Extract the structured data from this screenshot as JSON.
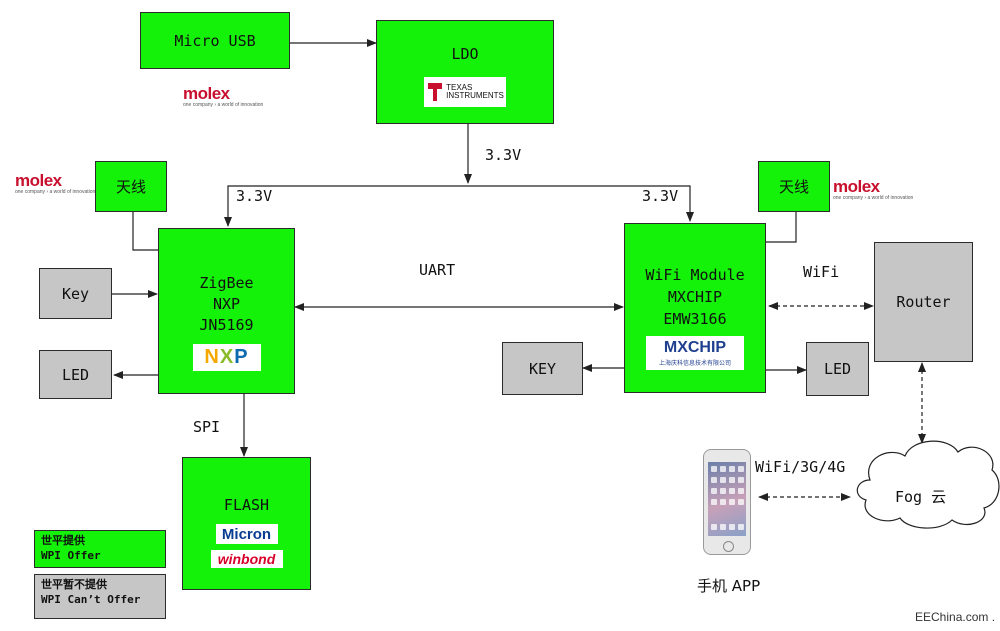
{
  "blocks": {
    "micro_usb": "Micro USB",
    "ldo": "LDO",
    "antenna_left": "天线",
    "antenna_right": "天线",
    "zigbee": [
      "ZigBee",
      "NXP",
      "JN5169"
    ],
    "wifi_module": [
      "WiFi Module",
      "MXCHIP",
      "EMW3166"
    ],
    "key_left": "Key",
    "led_left": "LED",
    "key_right": "KEY",
    "led_right": "LED",
    "flash": "FLASH",
    "router": "Router",
    "fog_cloud": "Fog 云"
  },
  "connections": {
    "voltage_ldo_out": "3.3V",
    "voltage_zigbee": "3.3V",
    "voltage_wifi": "3.3V",
    "uart": "UART",
    "spi": "SPI",
    "wifi": "WiFi",
    "phone_link": "WiFi/3G/4G"
  },
  "logos": {
    "molex_text": "molex",
    "molex_tagline": "one company › a world of innovation",
    "ti_line1": "TEXAS",
    "ti_line2": "INSTRUMENTS",
    "nxp": "NXP",
    "mxchip": "MXCHIP",
    "mxchip_sub": "上海庆科信息技术有限公司",
    "micron": "Micron",
    "winbond": "winbond"
  },
  "phone_caption": "手机 APP",
  "legend": {
    "offer_cn": "世平提供",
    "offer_en": "WPI Offer",
    "no_offer_cn": "世平暂不提供",
    "no_offer_en": "WPI Can’t Offer"
  },
  "watermark": "EEChina.com .",
  "colors": {
    "block_green": "#15f20a",
    "block_gray": "#c6c6c6"
  }
}
